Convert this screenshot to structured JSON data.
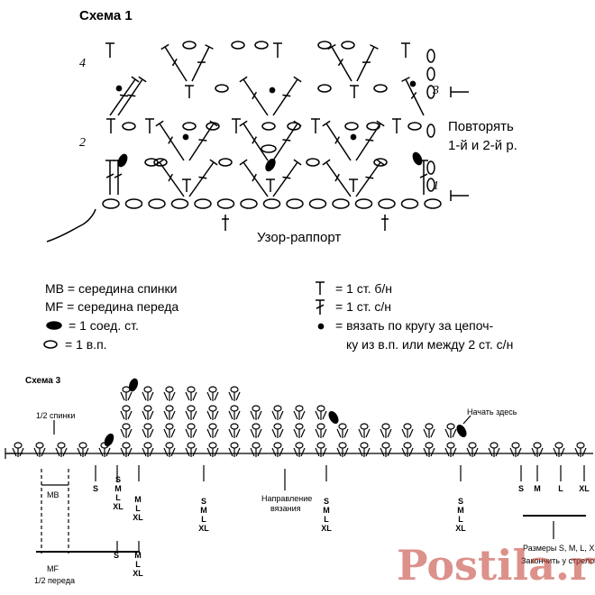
{
  "scheme1": {
    "title": "Схема 1",
    "rows": [
      "4",
      "3",
      "2",
      "1"
    ],
    "repeat_note_line1": "Повторять",
    "repeat_note_line2": "1-й и 2-й р.",
    "pattern_repeat": "Узор-раппорт"
  },
  "legend": {
    "mb": "MB = середина спинки",
    "mf": "MF = середина переда",
    "slip": "=  1 соед. ст.",
    "chain": "= 1 в.п.",
    "sc": "= 1 ст. б/н",
    "dc": "= 1 ст. с/н",
    "around_line1": "= вязать по кругу за цепоч-",
    "around_line2": "ку из в.п. или между 2 ст. с/н"
  },
  "scheme3": {
    "title": "Схема 3",
    "half_back": "1/2 спинки",
    "start_here": "Начать здесь",
    "mb": "MB",
    "mf": "MF",
    "half_front": "1/2 переда",
    "direction_line1": "Направление",
    "direction_line2": "вязания",
    "sizes_line1": "Размеры S, M, L, XL",
    "sizes_line2": "Закончить у стрелок",
    "size_s": "S",
    "size_m": "M",
    "size_l": "L",
    "size_xl": "XL"
  },
  "watermark": "Postila.ru",
  "colors": {
    "ink": "#000000",
    "watermark": "#c0392b"
  }
}
